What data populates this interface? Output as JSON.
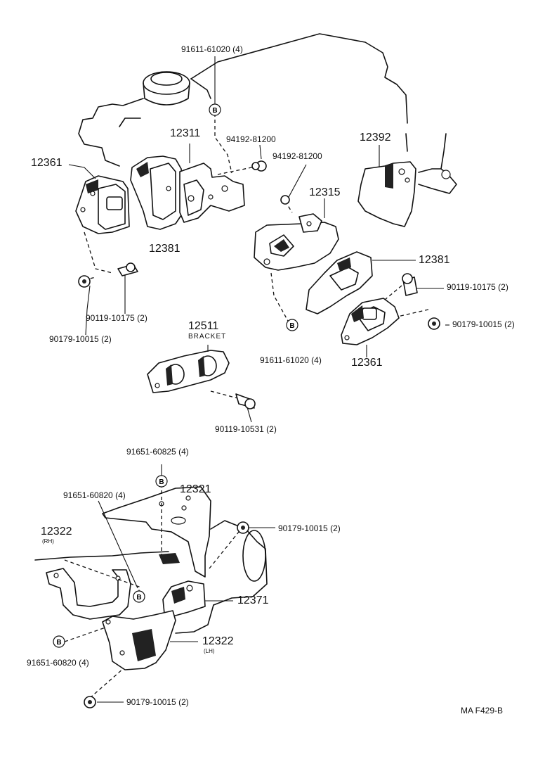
{
  "diagram": {
    "labels": {
      "top_bolt": "91611-61020 (4)",
      "bolt_upper_small": "94192-81200",
      "bolt_mid_small": "94192-81200",
      "part_12311": "12311",
      "part_12361_left": "12361",
      "part_12381_left": "12381",
      "part_12392": "12392",
      "part_12315": "12315",
      "part_12381_right": "12381",
      "bolt_right": "90119-10175 (2)",
      "nut_right": "90179-10015 (2)",
      "part_12361_right": "12361",
      "bolt_mid": "91611-61020 (4)",
      "bolt_left": "90119-10175 (2)",
      "nut_left": "90179-10015 (2)",
      "part_12511": "12511",
      "bracket": "BRACKET",
      "bolt_12511": "90119-10531 (2)",
      "bolt_lower_top": "91651-60825 (4)",
      "bolt_lower_left": "91651-60820 (4)",
      "part_12321": "12321",
      "nut_lower_right": "90179-10015 (2)",
      "part_12322_rh": "12322",
      "rh": "(RH)",
      "part_12371": "12371",
      "part_12322_lh": "12322",
      "lh": "(LH)",
      "bolt_lower_bottom": "91651-60820 (4)",
      "nut_lower_bottom": "90179-10015 (2)",
      "figure_code": "MA  F429-B"
    },
    "markers": {
      "bolt_symbol": "B"
    }
  }
}
